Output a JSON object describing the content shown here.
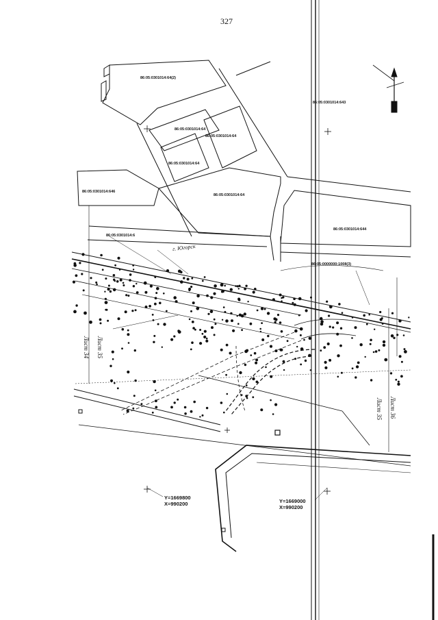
{
  "page": {
    "number": "327"
  },
  "parcels": {
    "p1": "86:05:0301014:64(2)",
    "p2": "86:05:0301014:643",
    "p3": "86:05:0301014:64",
    "p4": "86:05:0301014:64",
    "p5": "86:05:0301014:64",
    "p6": "86:05:0301014:646",
    "p7": "86:05:0301014:64",
    "p8": "86:05:0301014:644",
    "p9": "86:05:0301014:6",
    "p10": "86:05:0000000:1008(3)"
  },
  "town": {
    "name": "г. Югорск"
  },
  "sheets": {
    "s34": "Лист 34",
    "s35a": "Лист 35",
    "s35b": "Лист 35",
    "s36": "Лист 36"
  },
  "coordinates": {
    "left": {
      "y": "Y=1669800",
      "x": "X=990200"
    },
    "right": {
      "y": "Y=1669000",
      "x": "X=990200"
    }
  },
  "colors": {
    "ink": "#111111",
    "paper": "#ffffff"
  },
  "icons": {
    "north": "north-arrow-icon",
    "bench": "benchmark-icon"
  }
}
